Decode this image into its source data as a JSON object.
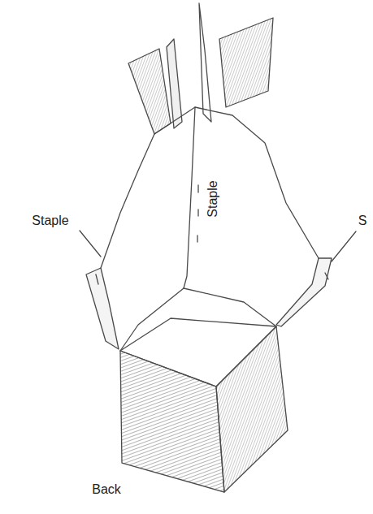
{
  "diagram": {
    "labels": [
      "Staple",
      "Staple",
      "S",
      "Back"
    ]
  }
}
